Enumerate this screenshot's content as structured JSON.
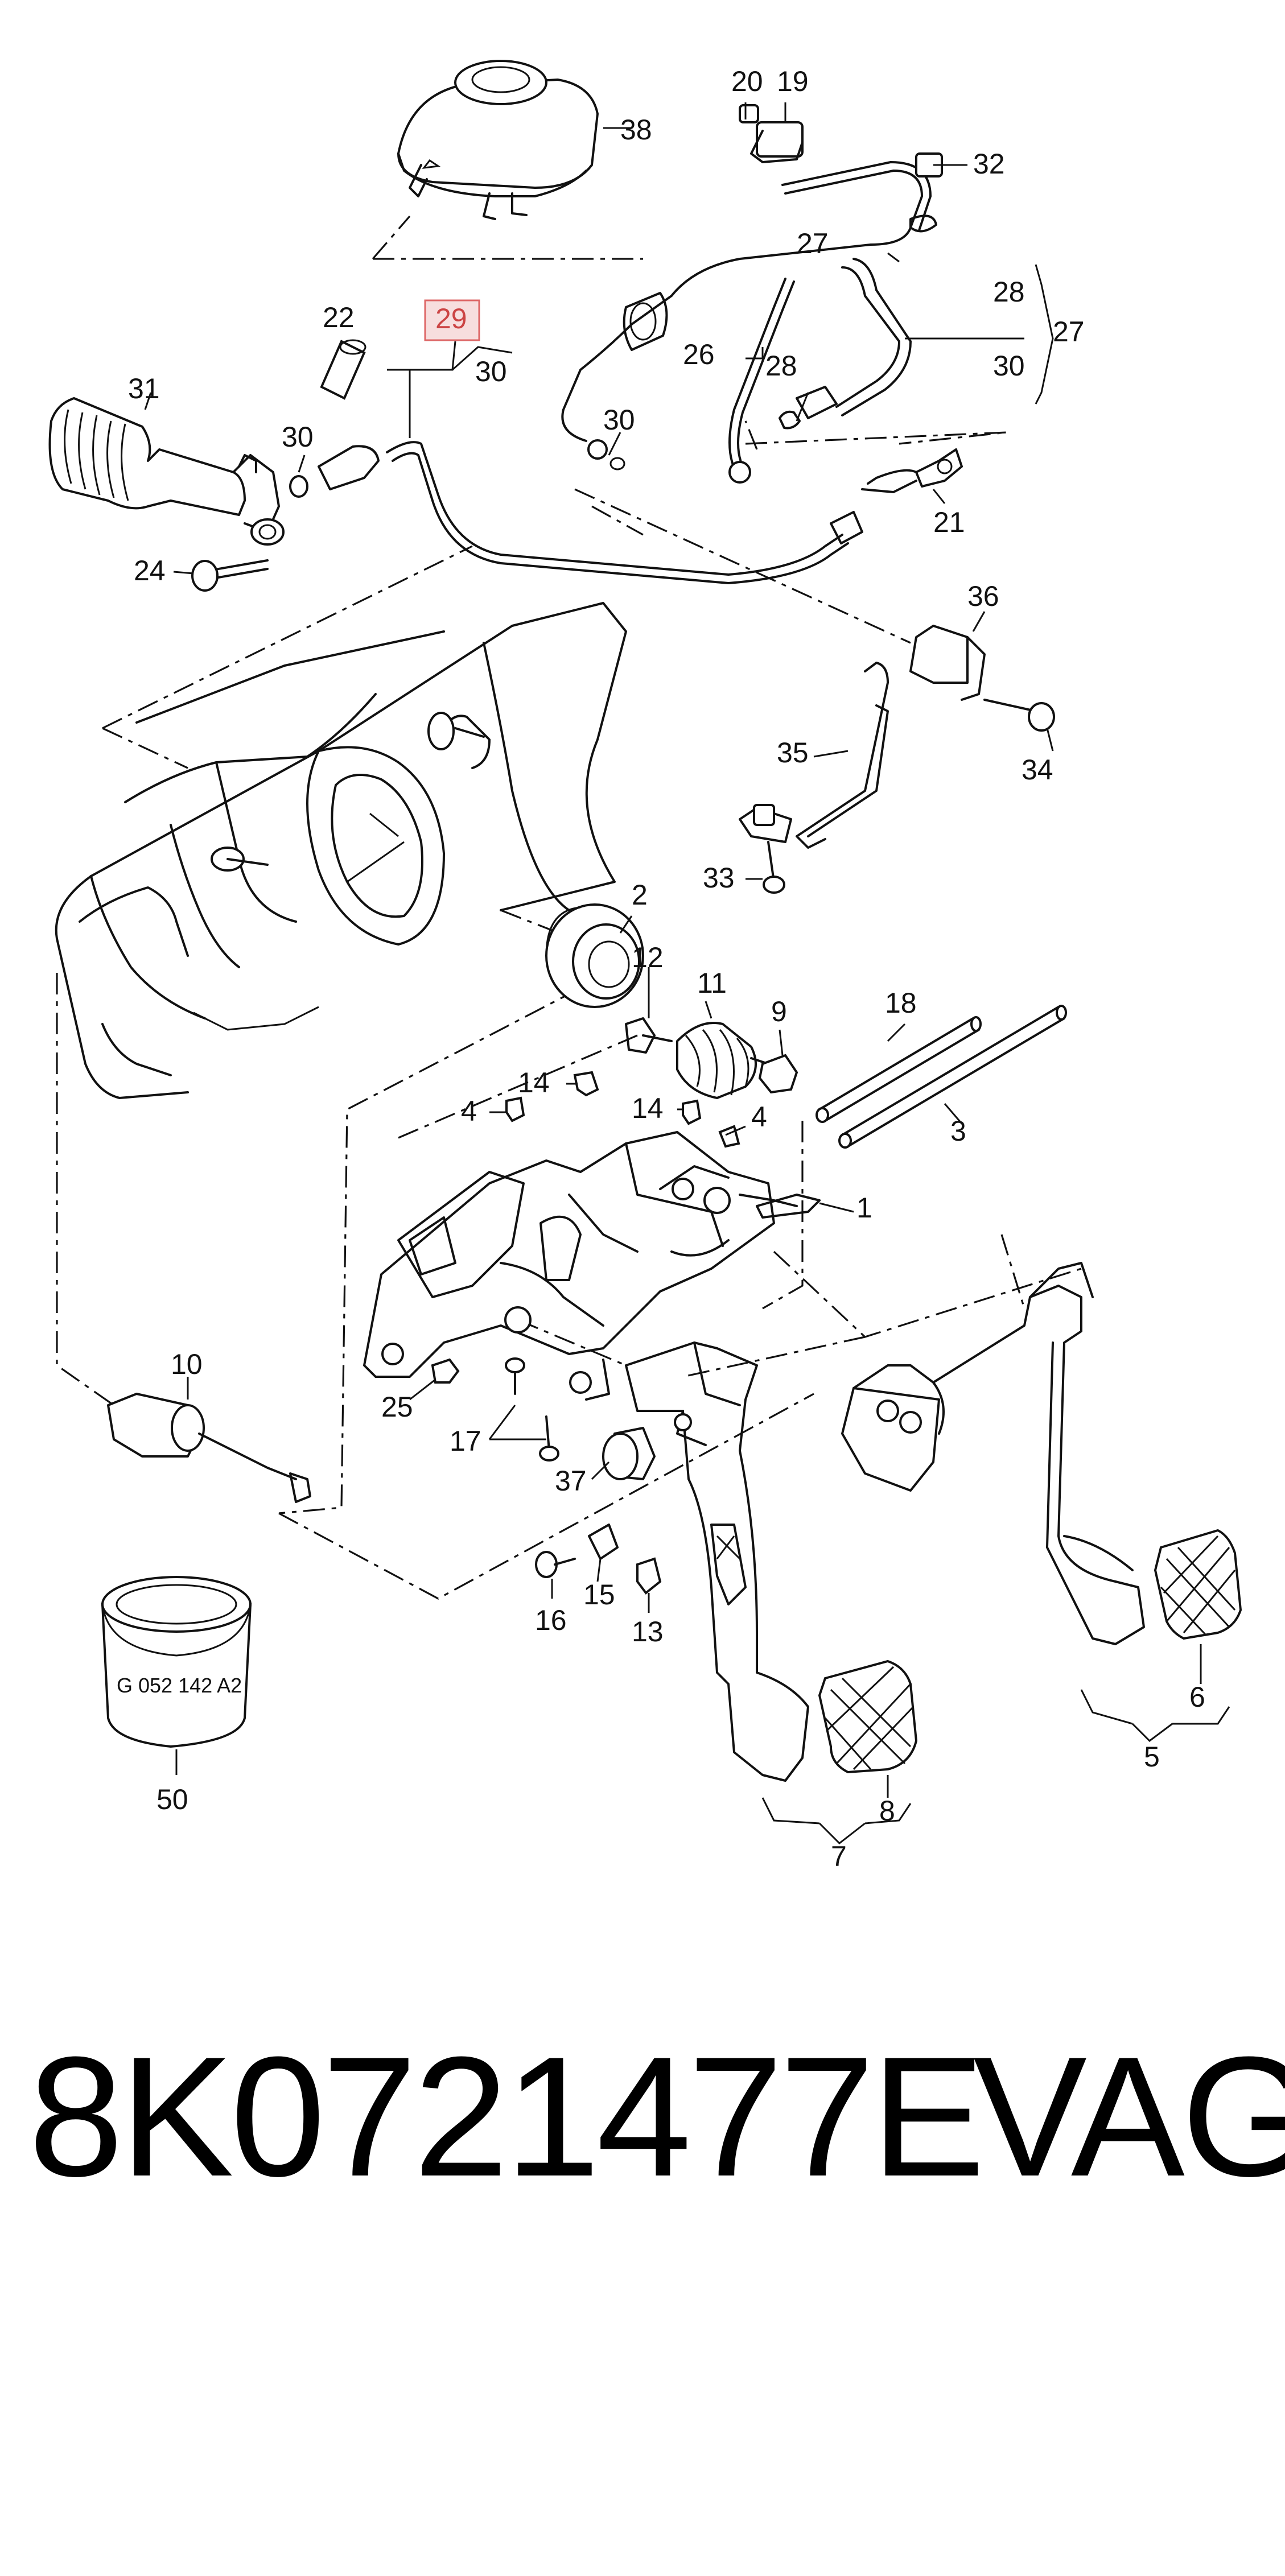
{
  "callouts": {
    "c1": "1",
    "c2": "2",
    "c3": "3",
    "c4a": "4",
    "c4b": "4",
    "c5": "5",
    "c6": "6",
    "c7": "7",
    "c8": "8",
    "c9": "9",
    "c10": "10",
    "c11": "11",
    "c12": "12",
    "c13": "13",
    "c14a": "14",
    "c14b": "14",
    "c15": "15",
    "c16": "16",
    "c17": "17",
    "c18": "18",
    "c19": "19",
    "c20": "20",
    "c21": "21",
    "c22": "22",
    "c24": "24",
    "c25": "25",
    "c26": "26",
    "c27a": "27",
    "c27b": "27",
    "c28a": "28",
    "c28b": "28",
    "c29": "29",
    "c30a": "30",
    "c30b": "30",
    "c30c": "30",
    "c30d": "30",
    "c31": "31",
    "c32": "32",
    "c33": "33",
    "c34": "34",
    "c35": "35",
    "c36": "36",
    "c37": "37",
    "c38": "38",
    "c50": "50"
  },
  "can_label": "G 052 142 A2",
  "highlighted_callout": "29",
  "footer": {
    "part_number": "8K0721477E",
    "brand": "VAG"
  },
  "colors": {
    "highlight_fill": "#f7dede",
    "highlight_border": "#d66666",
    "ink": "#111111"
  }
}
